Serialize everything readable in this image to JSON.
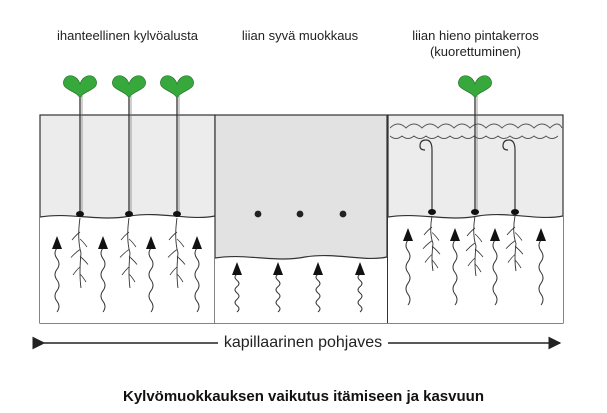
{
  "panels": [
    {
      "label": "ihanteellinen kylvöalusta"
    },
    {
      "label": "liian syvä muokkaus"
    },
    {
      "label": "liian hieno pintakerros\n(kuorettuminen)"
    }
  ],
  "groundwater_label": "kapillaarinen pohjaves",
  "caption": "Kylvömuokkauksen vaikutus itämiseen ja kasvuun",
  "colors": {
    "soil": "#e8e8e8",
    "sprout": "#37a83c",
    "outline": "#222222"
  }
}
